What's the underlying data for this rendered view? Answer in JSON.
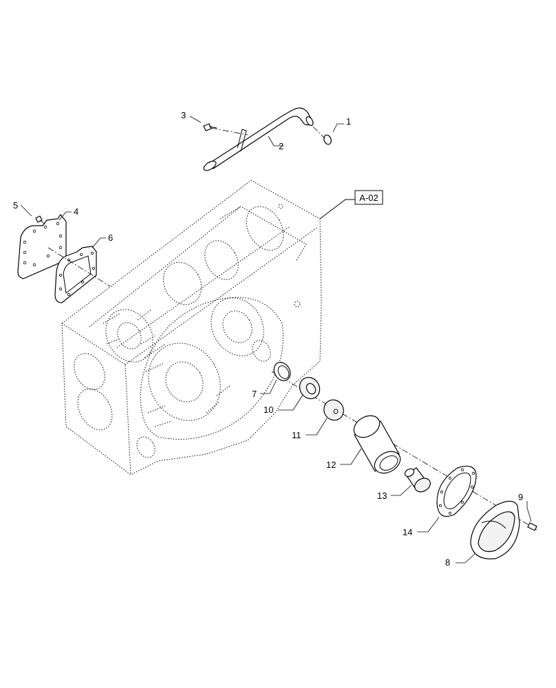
{
  "reference_box": "A-02",
  "callouts": {
    "c1": "1",
    "c2": "2",
    "c3": "3",
    "c4": "4",
    "c5": "5",
    "c6": "6",
    "c7": "7",
    "c8": "8",
    "c9": "9",
    "c10": "10",
    "c11": "11",
    "c12": "12",
    "c13": "13",
    "c14": "14"
  }
}
